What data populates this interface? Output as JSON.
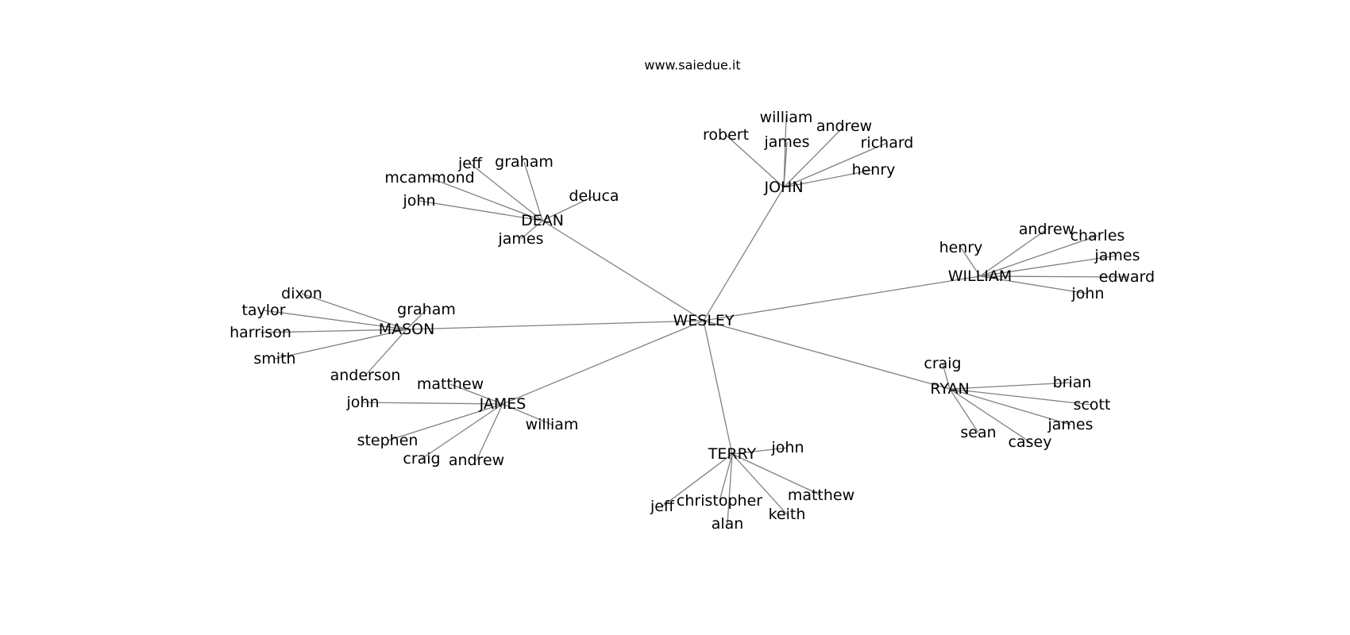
{
  "watermark": "www.saiedue.it",
  "graph": {
    "root": "WESLEY",
    "hubs": [
      {
        "name": "JOHN",
        "leaves": [
          "robert",
          "william",
          "james",
          "andrew",
          "richard",
          "henry"
        ]
      },
      {
        "name": "DEAN",
        "leaves": [
          "jeff",
          "graham",
          "mcammond",
          "john",
          "deluca",
          "james"
        ]
      },
      {
        "name": "WILLIAM",
        "leaves": [
          "henry",
          "andrew",
          "charles",
          "james",
          "edward",
          "john"
        ]
      },
      {
        "name": "MASON",
        "leaves": [
          "dixon",
          "taylor",
          "harrison",
          "graham",
          "smith",
          "anderson"
        ]
      },
      {
        "name": "JAMES",
        "leaves": [
          "matthew",
          "john",
          "william",
          "stephen",
          "craig",
          "andrew"
        ]
      },
      {
        "name": "TERRY",
        "leaves": [
          "john",
          "jeff",
          "christopher",
          "alan",
          "keith",
          "matthew"
        ]
      },
      {
        "name": "RYAN",
        "leaves": [
          "craig",
          "brian",
          "scott",
          "james",
          "sean",
          "casey"
        ]
      }
    ]
  }
}
